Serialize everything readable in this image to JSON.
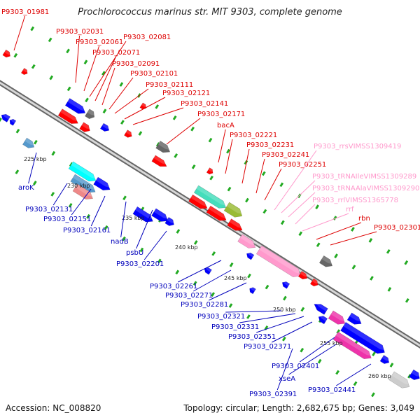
{
  "title": "Prochlorococcus marinus str. MIT 9303, complete genome",
  "footer": {
    "accession": "Accession: NC_008820",
    "topology": "Topology: circular; Length: 2,682,675 bp; Genes: 3,049"
  },
  "ticks": [
    "225 kbp",
    "230 kbp",
    "235 kbp",
    "240 kbp",
    "245 kbp",
    "250 kbp",
    "255 kbp",
    "260 kbp"
  ],
  "labels_top": [
    "P9303_01981",
    "P9303_02031",
    "P9303_02061",
    "P9303_02081",
    "P9303_02071",
    "P9303_02091",
    "P9303_02101",
    "P9303_02111",
    "P9303_02121",
    "P9303_02141",
    "P9303_02171",
    "bacA",
    "P9303_02221",
    "P9303_02231",
    "P9303_02241",
    "P9303_02251",
    "P9303_rrsVIMSS1309419",
    "P9303_tRNAIleVIMSS1309289",
    "P9303_tRNAAlaVIMSS1309290",
    "P9303_rrlVIMSS1365778",
    "rrf",
    "rbn",
    "P9303_02301"
  ],
  "labels_bottom": [
    "aroK",
    "P9303_02131",
    "P9303_02151",
    "P9303_02161",
    "nadB",
    "psbU",
    "P9303_02201",
    "P9303_02261",
    "P9303_02271",
    "P9303_02281",
    "P9303_02321",
    "P9303_02331",
    "P9303_02351",
    "P9303_02371",
    "P9303_02401",
    "xseA",
    "P9303_02391",
    "P9303_02441"
  ],
  "colors": {
    "red_label": "#dd0000",
    "pink_label": "#ff99cc",
    "blue_label": "#0000bb",
    "backbone": "#999999",
    "dots": "#22aa22",
    "gene_red": "#ff0000",
    "gene_blue": "#0000ff",
    "gene_pink": "#ff99cc",
    "gene_gray": "#666666",
    "gene_cyan": "#00ffff",
    "gene_teal": "#44ddbb",
    "gene_olive": "#99bb33",
    "gene_salmon": "#ee8888",
    "gene_magenta": "#ee33aa",
    "gene_steel": "#5599cc",
    "gene_khaki": "#bbaa44",
    "gene_silver": "#cccccc"
  }
}
